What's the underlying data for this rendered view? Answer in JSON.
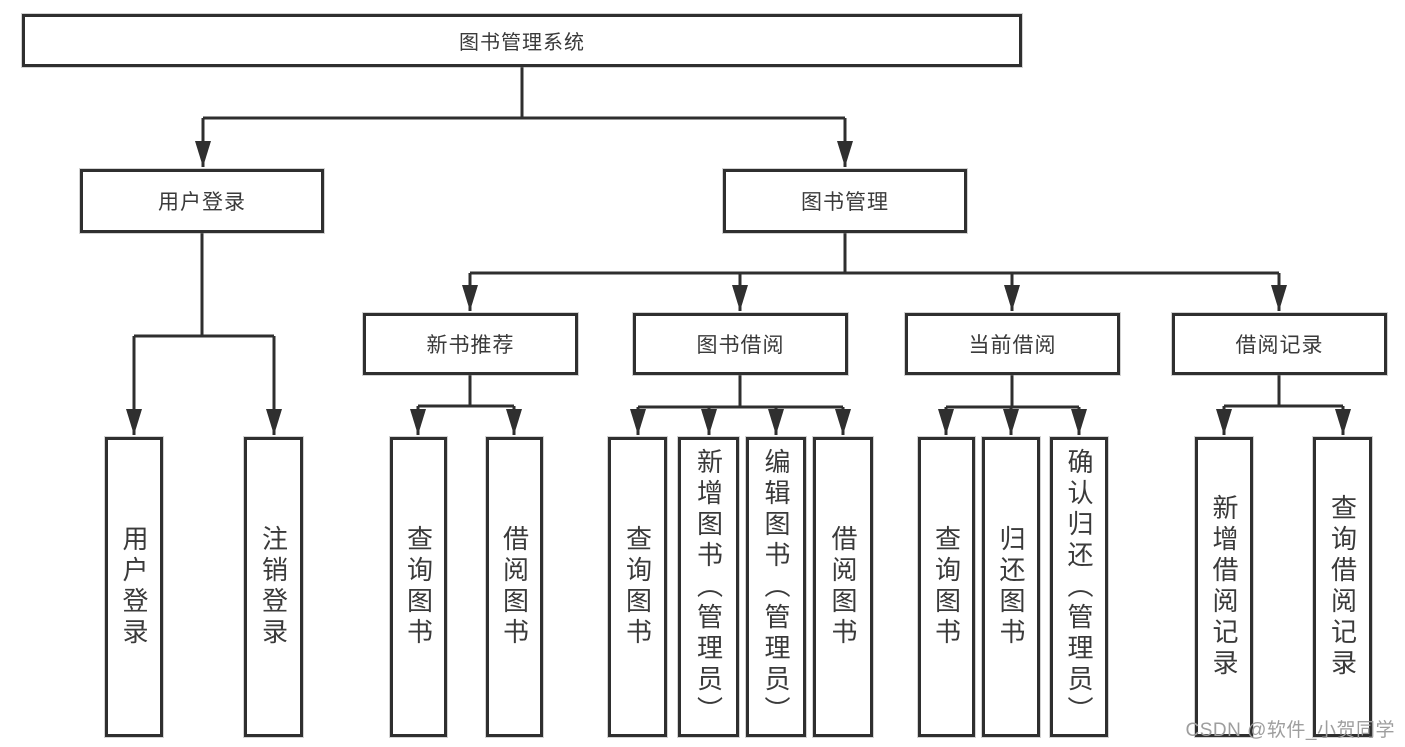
{
  "diagram": {
    "title_node": "图书管理系统",
    "colors": {
      "line": "#2f2f2f",
      "node_border": "#2f2f2f",
      "node_text": "#3a3a3a",
      "background": "#ffffff",
      "watermark_text": "#9e9e9e"
    },
    "nodes": {
      "root": "图书管理系统",
      "user_login": "用户登录",
      "book_management": "图书管理",
      "new_book_recommend": "新书推荐",
      "book_borrow": "图书借阅",
      "current_borrow": "当前借阅",
      "borrow_record": "借阅记录",
      "leaves": {
        "login_user_login": "用户登录",
        "login_logout": "注销登录",
        "rec_query_book": "查询图书",
        "rec_borrow_book": "借阅图书",
        "bb_query_book": "查询图书",
        "bb_add_book": "新增图书（管理员）",
        "bb_edit_book": "编辑图书（管理员）",
        "bb_borrow_book": "借阅图书",
        "cb_query_book": "查询图书",
        "cb_return_book": "归还图书",
        "cb_confirm_return": "确认归还（管理员）",
        "br_add_record": "新增借阅记录",
        "br_query_record": "查询借阅记录"
      }
    },
    "hierarchy": {
      "root_children": [
        "用户登录",
        "图书管理"
      ],
      "user_login_children": [
        "用户登录",
        "注销登录"
      ],
      "book_management_children": [
        "新书推荐",
        "图书借阅",
        "当前借阅",
        "借阅记录"
      ],
      "new_book_recommend_children": [
        "查询图书",
        "借阅图书"
      ],
      "book_borrow_children": [
        "查询图书",
        "新增图书（管理员）",
        "编辑图书（管理员）",
        "借阅图书"
      ],
      "current_borrow_children": [
        "查询图书",
        "归还图书",
        "确认归还（管理员）"
      ],
      "borrow_record_children": [
        "新增借阅记录",
        "查询借阅记录"
      ]
    }
  },
  "watermark": "CSDN @软件_小贺同学"
}
